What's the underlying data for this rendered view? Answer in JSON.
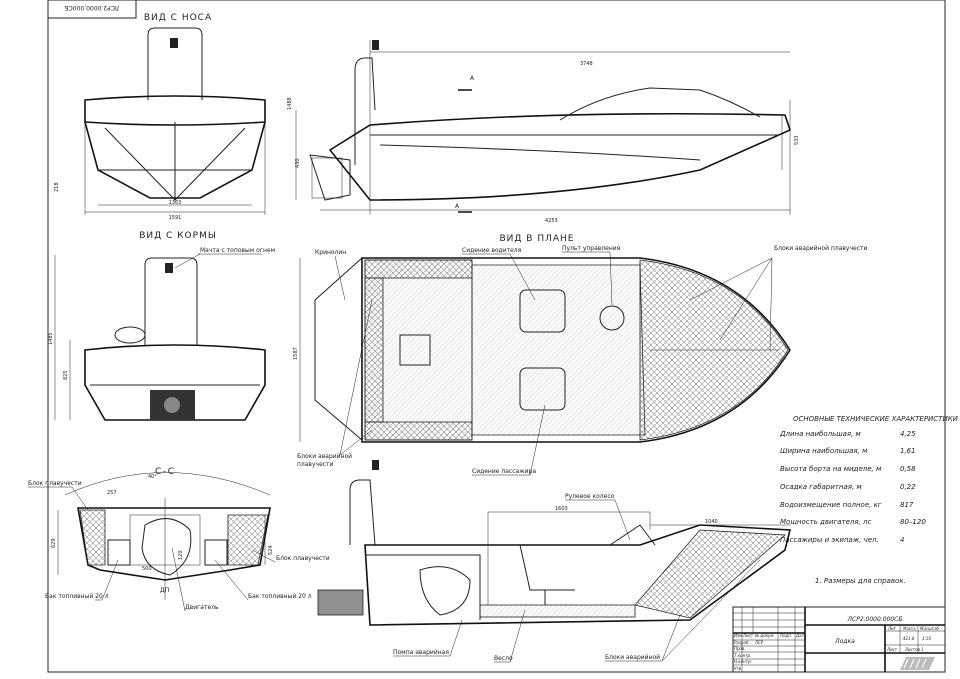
{
  "drawing_code": "ЛСР2.0000.000СБ",
  "views": {
    "bow": "ВИД С НОСА",
    "stern": "ВИД С КОРМЫ",
    "plan": "ВИД В ПЛАНЕ",
    "section": "С–С"
  },
  "section_marks": [
    "А",
    "А"
  ],
  "dimensions": {
    "bow_width_inner": "1363",
    "bow_width_outer": "1591",
    "bow_draft": "218",
    "side_height": "1488",
    "side_stern_height": "430",
    "side_length_waterline": "3748",
    "side_height_bow": "533",
    "side_length_total": "4253",
    "plan_width": "1587",
    "stern_height": "1485",
    "stern_hull_height": "825",
    "section_angle": "40°",
    "section_257": "257",
    "section_height": "629",
    "section_524": "524",
    "section_500": "500",
    "section_120": "120",
    "cut_1603": "1603",
    "cut_1040": "1040"
  },
  "labels": {
    "mast": "Мачта с топовым огнем",
    "crinoline": "Кринолин",
    "driver_seat": "Сидение водителя",
    "console": "Пульт управления",
    "flotation_blocks_bow": "Блоки аварийной плавучести",
    "flotation_blocks_plan_1": "Блоки аварийной",
    "flotation_blocks_plan_2": "плавучести",
    "passenger_seat": "Сидение пассажира",
    "float_block_left": "Блок плавучести",
    "float_block_right": "Блок плавучести",
    "fuel_tank_left": "Бак топливный 20 л",
    "fuel_tank_right": "Бак топливный 20 л",
    "engine": "Двигатель",
    "centerline": "ДП",
    "steering_wheel": "Рулевое колесо",
    "pump": "Помпа аварийная",
    "oar": "Весло",
    "flotation_blocks_cut": "Блоки аварийной"
  },
  "specs": {
    "title": "ОСНОВНЫЕ ТЕХНИЧЕСКИЕ ХАРАКТЕРИСТИКИ",
    "rows": [
      {
        "name": "Длина наибольшая, м",
        "value": "4,25"
      },
      {
        "name": "Ширина наибольшая, м",
        "value": "1,61"
      },
      {
        "name": "Высота борта на миделе, м",
        "value": "0,58"
      },
      {
        "name": "Осадка габаритная, м",
        "value": "0,22"
      },
      {
        "name": "Водоизмещение полное, кг",
        "value": "817"
      },
      {
        "name": "Мощность двигателя, лс",
        "value": "80–120"
      },
      {
        "name": "Пассажиры и экипаж, чел.",
        "value": "4"
      }
    ],
    "note": "1.    Размеры для справок."
  },
  "title_block": {
    "code": "ЛСР2.0000.000СБ",
    "name": "Лодка",
    "lit": "Лит",
    "mass_label": "Масса",
    "scale_label": "Масштаб",
    "mass": "421,8",
    "scale": "1:10",
    "sheet": "Лист",
    "sheets": "Листов  1",
    "cols": [
      "Изм",
      "Лист",
      "№ докум.",
      "Подп.",
      "Дата"
    ],
    "rows": [
      "Разраб.",
      "Пров.",
      "Т.контр.",
      "Н.контр.",
      "Утв."
    ],
    "developer": "ЛСР",
    "logo": "MSC"
  }
}
